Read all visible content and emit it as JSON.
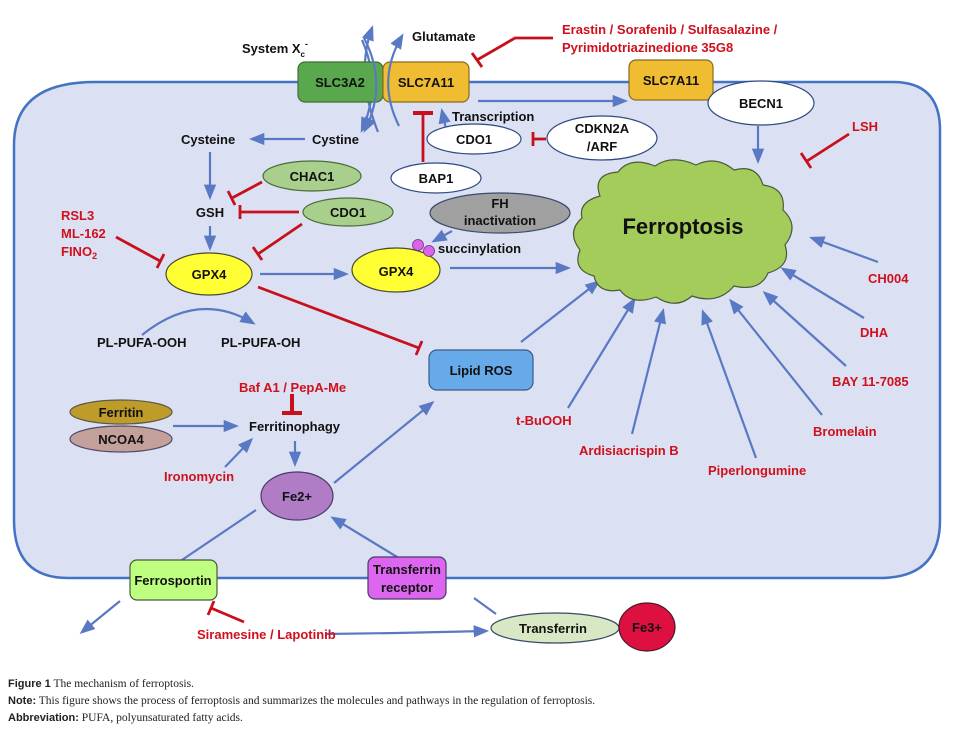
{
  "colors": {
    "cell_fill": "#dbe1f2",
    "cell_stroke": "#4472c4",
    "arrow": "#5a79c4",
    "inhibit": "#c8101c",
    "inhibitor_text": "#d0101c",
    "slc3a2": "#5aa84e",
    "slc7a11": "#f0bc32",
    "ferroptosis_cloud": "#a3cc5a",
    "gpx4": "#ffff33",
    "green_ellipse": "#a9cf8d",
    "fh": "#a0a0a0",
    "lipid_ros": "#66aae9",
    "ferritin": "#bf9b2a",
    "ncoa4": "#c3a09a",
    "fe2": "#b07cc6",
    "ferrosportin": "#bfff7f",
    "transferrin_receptor": "#dd66f0",
    "transferrin": "#d8e8c4",
    "fe3": "#dd1040",
    "succinyl_dot": "#d966e6"
  },
  "labels": {
    "system_xc": "System X",
    "system_xc_sub": "c",
    "system_xc_sup": "-",
    "glutamate": "Glutamate",
    "slc3a2": "SLC3A2",
    "slc7a11_a": "SLC7A11",
    "slc7a11_b": "SLC7A11",
    "becn1": "BECN1",
    "transcription": "Transcription",
    "cdo1_white": "CDO1",
    "cdkn2a_line1": "CDKN2A",
    "cdkn2a_line2": "/ARF",
    "bap1": "BAP1",
    "cysteine": "Cysteine",
    "cystine": "Cystine",
    "chac1": "CHAC1",
    "gsh": "GSH",
    "cdo1_green": "CDO1",
    "fh_line1": "FH",
    "fh_line2": "inactivation",
    "succinylation": "succinylation",
    "gpx4_a": "GPX4",
    "gpx4_b": "GPX4",
    "ferroptosis": "Ferroptosis",
    "pl_pufa_ooh": "PL-PUFA-OOH",
    "pl_pufa_oh": "PL-PUFA-OH",
    "lipid_ros": "Lipid ROS",
    "ferritin": "Ferritin",
    "ncoa4": "NCOA4",
    "ferritinophagy": "Ferritinophagy",
    "fe2": "Fe2+",
    "ferrosportin": "Ferrosportin",
    "transferrin_receptor_line1": "Transferrin",
    "transferrin_receptor_line2": "receptor",
    "transferrin": "Transferrin",
    "fe3": "Fe3+"
  },
  "inhibitors": {
    "erastin_line1": "Erastin / Sorafenib / Sulfasalazine /",
    "erastin_line2": "Pyrimidotriazinedione 35G8",
    "lsh": "LSH",
    "rsl3": "RSL3",
    "ml162": "ML-162",
    "fino2": "FINO",
    "fino2_sub": "2",
    "baf_a1": "Baf A1 / PepA-Me",
    "ironomycin": "Ironomycin",
    "siramesine": "Siramesine / Lapotinib"
  },
  "inducers": {
    "ch004": "CH004",
    "dha": "DHA",
    "bay": "BAY 11-7085",
    "bromelain": "Bromelain",
    "piperlongumine": "Piperlongumine",
    "ardisiacrispin": "Ardisiacrispin B",
    "tbuooh": "t-BuOOH"
  },
  "caption": {
    "figure_label": "Figure 1",
    "figure_text": " The mechanism of ferroptosis.",
    "note_label": "Note:",
    "note_text": " This figure shows the process of ferroptosis and summarizes the molecules and pathways in the regulation of ferroptosis.",
    "abbr_label": "Abbreviation:",
    "abbr_text": " PUFA, polyunsaturated fatty acids."
  }
}
